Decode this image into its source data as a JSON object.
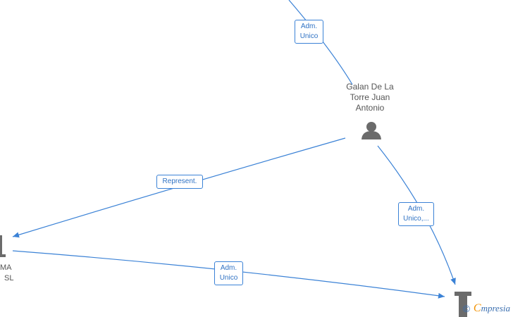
{
  "nodes": {
    "person": {
      "name_lines": [
        "Galan De La",
        "Torre Juan",
        "Antonio"
      ],
      "icon": "person-icon"
    },
    "company_left": {
      "name_lines": [
        "MA",
        "SL"
      ],
      "icon": "building-icon"
    },
    "company_bottom": {
      "icon": "building-icon"
    }
  },
  "edges": [
    {
      "id": "top",
      "label_lines": [
        "Adm.",
        "Unico"
      ]
    },
    {
      "id": "represent",
      "label_lines": [
        "Represent."
      ]
    },
    {
      "id": "person-bottom",
      "label_lines": [
        "Adm.",
        "Unico,..."
      ]
    },
    {
      "id": "left-bottom",
      "label_lines": [
        "Adm.",
        "Unico"
      ]
    }
  ],
  "brand": {
    "copyright": "©",
    "e": "C",
    "name": "mpresia"
  },
  "colors": {
    "edge": "#3b82d6",
    "node": "#6b6b6b"
  }
}
